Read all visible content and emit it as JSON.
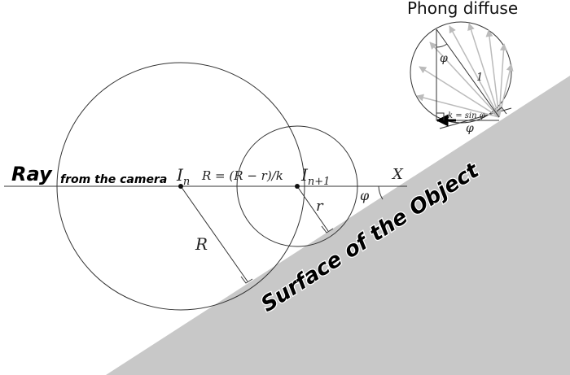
{
  "title": "Phong diffuse",
  "ray_label": "Ray",
  "ray_sublabel": "from the camera",
  "surface_label": "Surface of the Object",
  "labels": {
    "In": "I",
    "In_sub": "n",
    "In1": "I",
    "In1_sub": "n+1",
    "X": "X",
    "R": "R",
    "r": "r",
    "phi_main": "φ",
    "formula": "R = (R − r)/k",
    "phong_phi_top": "φ",
    "phong_one": "1",
    "phong_k": "k = sin φ",
    "phong_phi_bottom": "φ"
  },
  "colors": {
    "surface": "#c8c8c8",
    "stroke": "#333333",
    "arrows": "#bbbbbb"
  }
}
